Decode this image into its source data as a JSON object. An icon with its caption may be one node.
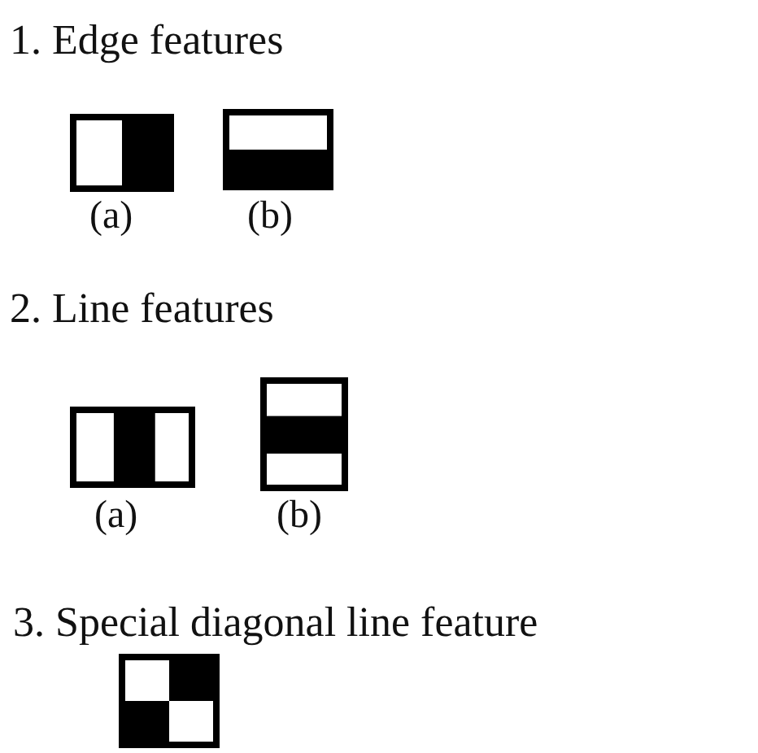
{
  "diagram": {
    "labels": [
      "1. Edge features",
      "(a)",
      "(b)",
      "2. Line features",
      "(a)",
      "(b)",
      "3. Special diagonal line feature"
    ]
  }
}
